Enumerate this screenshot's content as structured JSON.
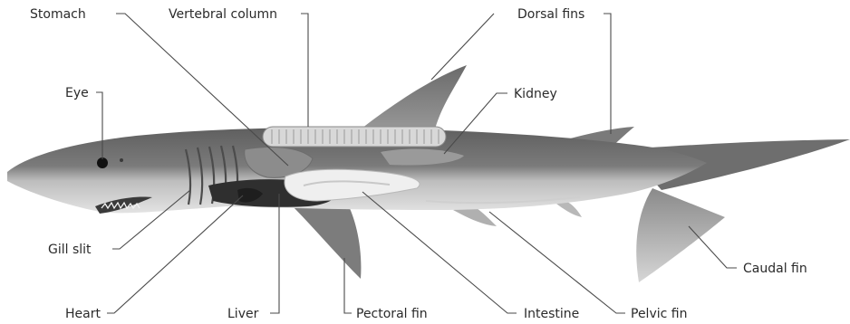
{
  "labels": {
    "stomach": "Stomach",
    "vertebral_column": "Vertebral column",
    "dorsal_fins": "Dorsal fins",
    "eye": "Eye",
    "kidney": "Kidney",
    "gill_slit": "Gill slit",
    "caudal_fin": "Caudal fin",
    "heart": "Heart",
    "liver": "Liver",
    "pectoral_fin": "Pectoral fin",
    "intestine": "Intestine",
    "pelvic_fin": "Pelvic fin"
  }
}
